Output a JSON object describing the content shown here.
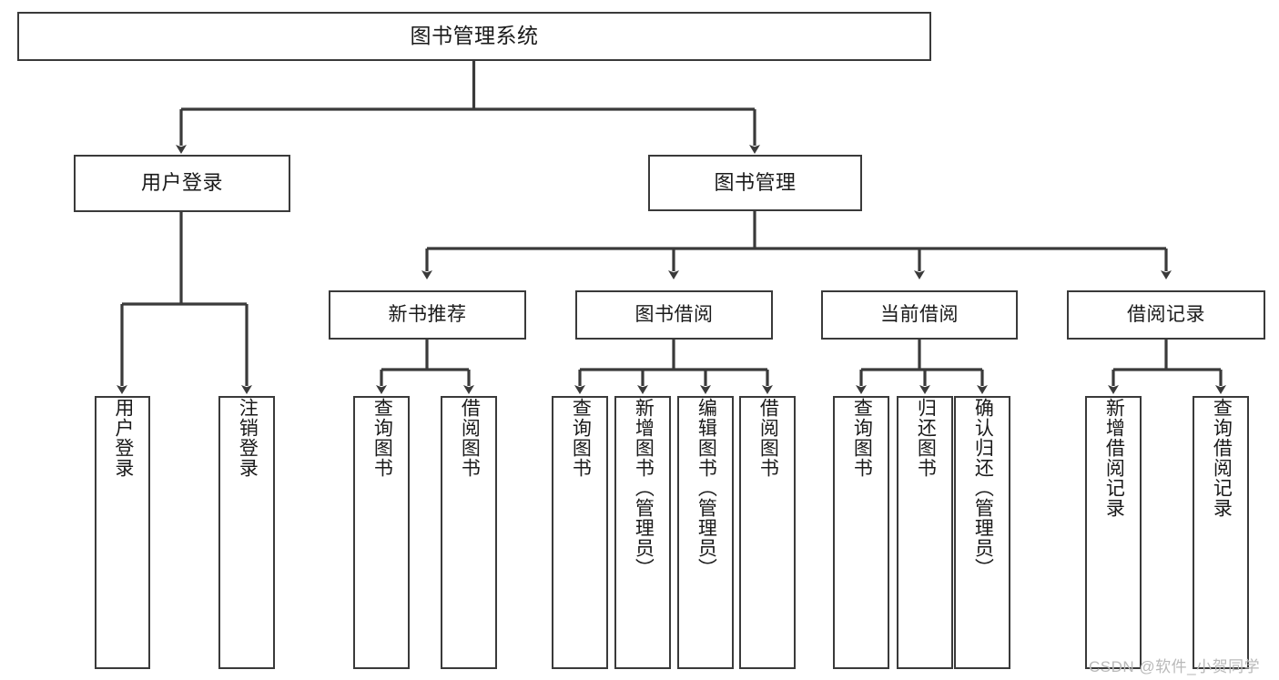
{
  "diagram": {
    "type": "tree-hierarchy",
    "orientation": "top-down",
    "root": {
      "label": "图书管理系统"
    },
    "level2": [
      {
        "label": "用户登录"
      },
      {
        "label": "图书管理"
      }
    ],
    "level3": [
      {
        "label": "新书推荐"
      },
      {
        "label": "图书借阅"
      },
      {
        "label": "当前借阅"
      },
      {
        "label": "借阅记录"
      }
    ],
    "leaves": {
      "user_login": [
        {
          "label": "用户登录"
        },
        {
          "label": "注销登录"
        }
      ],
      "new_book_recommend": [
        {
          "label": "查询图书"
        },
        {
          "label": "借阅图书"
        }
      ],
      "book_borrow": [
        {
          "label": "查询图书"
        },
        {
          "label": "新增图书（管理员）"
        },
        {
          "label": "编辑图书（管理员）"
        },
        {
          "label": "借阅图书"
        }
      ],
      "current_borrow": [
        {
          "label": "查询图书"
        },
        {
          "label": "归还图书"
        },
        {
          "label": "确认归还（管理员）"
        }
      ],
      "borrow_record": [
        {
          "label": "新增借阅记录"
        },
        {
          "label": "查询借阅记录"
        }
      ]
    }
  },
  "watermark": {
    "text": "CSDN @软件_小贺同学"
  },
  "colors": {
    "stroke": "#3a3a3a",
    "fill": "#ffffff",
    "text": "#1a1a1a",
    "watermark": "#b9b9b9"
  }
}
